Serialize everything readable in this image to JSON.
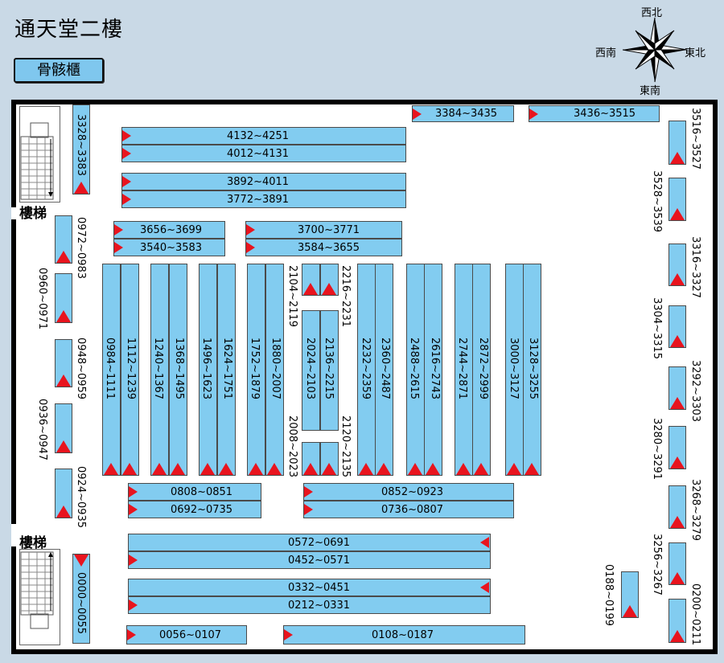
{
  "title": "通天堂二樓",
  "legend_label": "骨骸櫃",
  "compass": {
    "north": "西北",
    "west": "西南",
    "east": "東北",
    "south": "東南"
  },
  "stairs_label": "樓梯",
  "colors": {
    "box": "#82ccf0",
    "marker": "#e8141e",
    "background": "#c9d9e6",
    "floor": "#ffffff"
  },
  "labels": {
    "r3384": "3384~3435",
    "r3436": "3436~3515",
    "r4132": "4132~4251",
    "r4012": "4012~4131",
    "r3892": "3892~4011",
    "r3772": "3772~3891",
    "r3656": "3656~3699",
    "r3540": "3540~3583",
    "r3700": "3700~3771",
    "r3584": "3584~3655",
    "r0808": "0808~0851",
    "r0692": "0692~0735",
    "r0852": "0852~0923",
    "r0736": "0736~0807",
    "r0572": "0572~0691",
    "r0452": "0452~0571",
    "r0332": "0332~0451",
    "r0212": "0212~0331",
    "r0056": "0056~0107",
    "r0108": "0108~0187",
    "v3328": "3328~3383",
    "v0972": "0972~0983",
    "v0960": "0960~0971",
    "v0948": "0948~0959",
    "v0936": "0936~0947",
    "v0924": "0924~0935",
    "v0000": "0000~0055",
    "v0984": "0984~1111",
    "v1112": "1112~1239",
    "v1240": "1240~1367",
    "v1368": "1368~1495",
    "v1496": "1496~1623",
    "v1624": "1624~1751",
    "v1752": "1752~1879",
    "v1880": "1880~2007",
    "v2104": "2104~2119",
    "v2216": "2216~2231",
    "v2024": "2024~2103",
    "v2136": "2136~2215",
    "v2008": "2008~2023",
    "v2120": "2120~2135",
    "v2232": "2232~2359",
    "v2360": "2360~2487",
    "v2488": "2488~2615",
    "v2616": "2616~2743",
    "v2744": "2744~2871",
    "v2872": "2872~2999",
    "v3000": "3000~3127",
    "v3128": "3128~3255",
    "v3516": "3516~3527",
    "v3528": "3528~3539",
    "v3316": "3316~3327",
    "v3304": "3304~3315",
    "v3292": "3292~3303",
    "v3280": "3280~3291",
    "v3268": "3268~3279",
    "v3256": "3256~3267",
    "v0200": "0200~0211",
    "v0188": "0188~0199"
  }
}
